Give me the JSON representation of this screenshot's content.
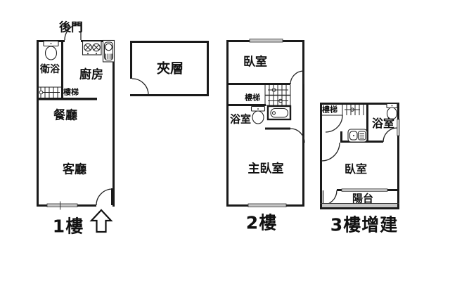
{
  "colors": {
    "wall": "#1a1a1a",
    "window": "#c6c6c6",
    "line": "#222222",
    "background": "#ffffff"
  },
  "floor1": {
    "label": "1樓",
    "back_door": "後門",
    "bathroom": "衛浴",
    "kitchen": "廚房",
    "stairs": "樓梯",
    "dining": "餐廳",
    "living": "客廳"
  },
  "mezzanine": {
    "label": "夾層"
  },
  "floor2": {
    "label": "2樓",
    "bedroom": "臥室",
    "stairs": "樓梯",
    "bathroom": "浴室",
    "master_bedroom": "主臥室"
  },
  "floor3": {
    "label": "3樓增建",
    "stairs": "樓梯",
    "bathroom": "浴室",
    "bedroom": "臥室",
    "balcony": "陽台"
  }
}
